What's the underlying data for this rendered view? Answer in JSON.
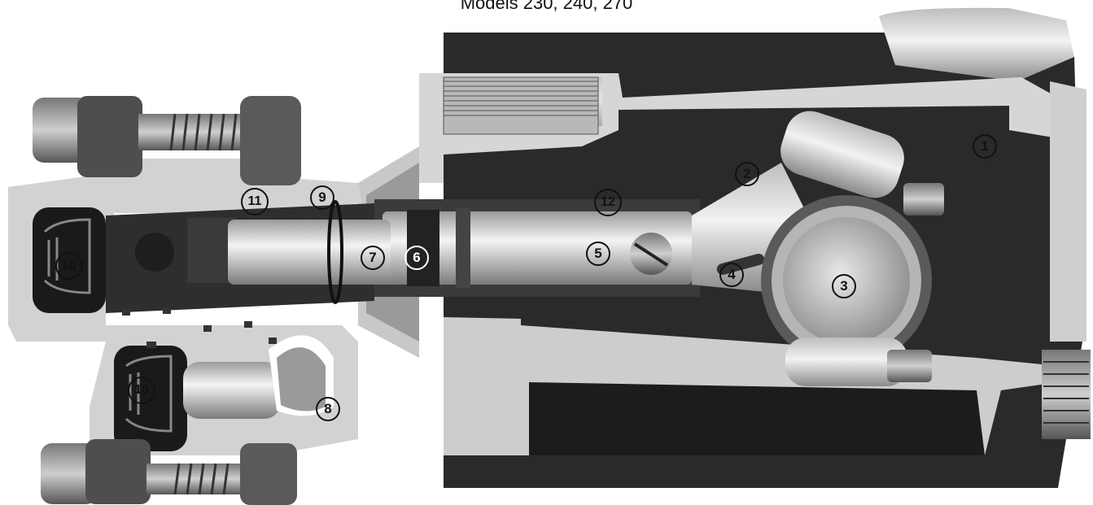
{
  "title": "Models 230, 240, 270",
  "callouts": {
    "c1": "1",
    "c2": "2",
    "c3": "3",
    "c4": "4",
    "c5": "5",
    "c6": "6",
    "c7": "7",
    "c8": "8",
    "c9": "9",
    "c10a": "10",
    "c10b": "10",
    "c11": "11",
    "c12": "12"
  }
}
